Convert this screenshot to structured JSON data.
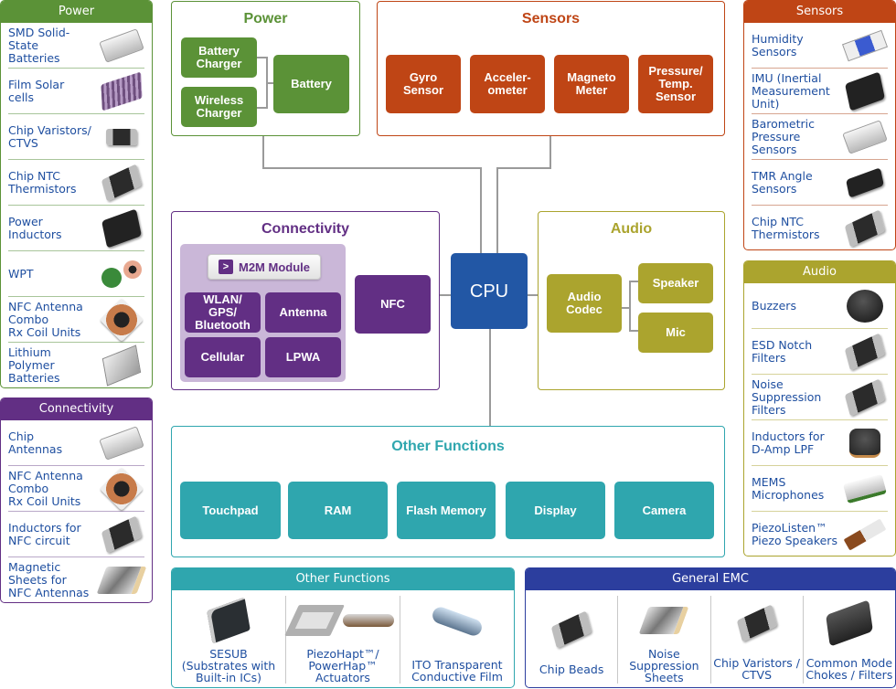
{
  "colors": {
    "power": "#5b9237",
    "sensors": "#bf4515",
    "connectivity": "#622f84",
    "connectivity_bg": "#cab7d8",
    "audio": "#aba42e",
    "other": "#2fa6ae",
    "cpu": "#2257a5",
    "emc": "#2c3e9e",
    "link_text": "#1f4fa0",
    "connector": "#9a9a9a"
  },
  "left_power_panel": {
    "title": "Power",
    "items": [
      {
        "label": "SMD Solid-State\nBatteries",
        "icon": "solid-state-battery-icon"
      },
      {
        "label": "Film Solar\ncells",
        "icon": "film-solar-cell-icon"
      },
      {
        "label": "Chip Varistors/\nCTVS",
        "icon": "chip-varistor-icon"
      },
      {
        "label": "Chip NTC\nThermistors",
        "icon": "chip-thermistor-icon"
      },
      {
        "label": "Power\nInductors",
        "icon": "power-inductor-icon"
      },
      {
        "label": "WPT",
        "icon": "wpt-module-icon"
      },
      {
        "label": "NFC Antenna\nCombo\nRx Coil Units",
        "icon": "nfc-coil-icon"
      },
      {
        "label": "Lithium\nPolymer\nBatteries",
        "icon": "lithium-battery-icon"
      }
    ]
  },
  "left_connectivity_panel": {
    "title": "Connectivity",
    "items": [
      {
        "label": "Chip\nAntennas",
        "icon": "chip-antenna-icon"
      },
      {
        "label": "NFC Antenna\nCombo\nRx Coil Units",
        "icon": "nfc-coil-icon"
      },
      {
        "label": "Inductors for\nNFC circuit",
        "icon": "chip-inductor-icon"
      },
      {
        "label": "Magnetic\nSheets for\nNFC Antennas",
        "icon": "magnetic-sheet-icon"
      }
    ]
  },
  "right_sensors_panel": {
    "title": "Sensors",
    "items": [
      {
        "label": "Humidity\nSensors",
        "icon": "humidity-sensor-icon"
      },
      {
        "label": "IMU (Inertial\nMeasurement\nUnit)",
        "icon": "imu-chip-icon"
      },
      {
        "label": "Barometric\nPressure\nSensors",
        "icon": "pressure-sensor-icon"
      },
      {
        "label": "TMR Angle\nSensors",
        "icon": "tmr-sensor-icon"
      },
      {
        "label": "Chip NTC\nThermistors",
        "icon": "chip-thermistor-icon"
      }
    ]
  },
  "right_audio_panel": {
    "title": "Audio",
    "items": [
      {
        "label": "Buzzers",
        "icon": "buzzer-icon"
      },
      {
        "label": "ESD Notch\nFilters",
        "icon": "chip-filter-icon"
      },
      {
        "label": "Noise\nSuppression\nFilters",
        "icon": "chip-filter-icon"
      },
      {
        "label": "Inductors for\nD-Amp LPF",
        "icon": "inductor-icon"
      },
      {
        "label": "MEMS\nMicrophones",
        "icon": "mems-microphone-icon"
      },
      {
        "label": "PiezoListen™\nPiezo Speakers",
        "icon": "piezo-speaker-icon"
      }
    ]
  },
  "diagram": {
    "power": {
      "title": "Power",
      "battery_charger": "Battery\nCharger",
      "wireless_charger": "Wireless\nCharger",
      "battery": "Battery"
    },
    "sensors": {
      "title": "Sensors",
      "blocks": [
        "Gyro\nSensor",
        "Acceler-\nometer",
        "Magneto\nMeter",
        "Pressure/\nTemp.\nSensor"
      ]
    },
    "connectivity": {
      "title": "Connectivity",
      "m2m_button": "M2M Module",
      "blocks": [
        "WLAN/\nGPS/\nBluetooth",
        "Antenna",
        "Cellular",
        "LPWA"
      ],
      "nfc": "NFC"
    },
    "cpu": "CPU",
    "audio": {
      "title": "Audio",
      "codec": "Audio\nCodec",
      "speaker": "Speaker",
      "mic": "Mic"
    },
    "other": {
      "title": "Other Functions",
      "blocks": [
        "Touchpad",
        "RAM",
        "Flash Memory",
        "Display",
        "Camera"
      ]
    }
  },
  "bottom_other_panel": {
    "title": "Other Functions",
    "items": [
      {
        "label": "SESUB\n(Substrates with\nBuilt-in ICs)",
        "icon": "sesub-module-icon"
      },
      {
        "label": "PiezoHapt™/\nPowerHap™\nActuators",
        "icon": "piezo-actuator-icon"
      },
      {
        "label": "ITO Transparent\nConductive Film",
        "icon": "ito-film-roll-icon"
      }
    ]
  },
  "bottom_emc_panel": {
    "title": "General EMC",
    "items": [
      {
        "label": "Chip Beads",
        "icon": "chip-bead-icon"
      },
      {
        "label": "Noise\nSuppression\nSheets",
        "icon": "noise-sheet-icon"
      },
      {
        "label": "Chip Varistors /\nCTVS",
        "icon": "chip-varistor-icon"
      },
      {
        "label": "Common Mode\nChokes / Filters",
        "icon": "common-mode-choke-icon"
      }
    ]
  }
}
